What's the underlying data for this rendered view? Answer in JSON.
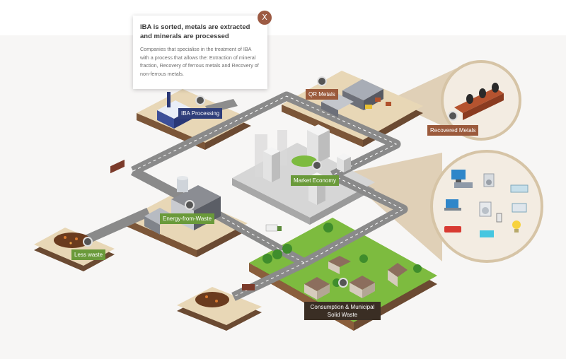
{
  "tooltip": {
    "title": "IBA is sorted, metals are extracted and minerals are processed",
    "body": "Companies that specialise in the treatment of IBA with a process that allows the: Extraction of mineral fraction, Recovery of ferrous metals and Recovery of non-ferrous metals.",
    "close_label": "X"
  },
  "labels": {
    "iba_processing": "IBA Processing",
    "qr_metals": "QR Metals",
    "recovered_metals": "Recovered Metals",
    "market_economy": "Market Economy",
    "energy_from_waste": "Energy-from-Waste",
    "less_waste": "Less waste",
    "consumption": "Consumption & Municipal Solid Waste"
  },
  "colors": {
    "road": "#8e8e8e",
    "ground_tan": "#e4d3b4",
    "ground_grass": "#6fb23a",
    "ground_gray": "#cfcfcf",
    "soil": "#6b4a32",
    "zoom_circle": "#f2ebdf",
    "accent_brown": "#9b5a3c",
    "accent_blue": "#2f3e7a",
    "accent_green": "#6a9a3a"
  },
  "icons": [
    "washing-machine-icon",
    "laptop-icon",
    "monitor-icon",
    "tablet-icon",
    "phone-icon",
    "car-icon",
    "lightbulb-icon",
    "calculator-icon",
    "ferrous-metal-icon"
  ]
}
